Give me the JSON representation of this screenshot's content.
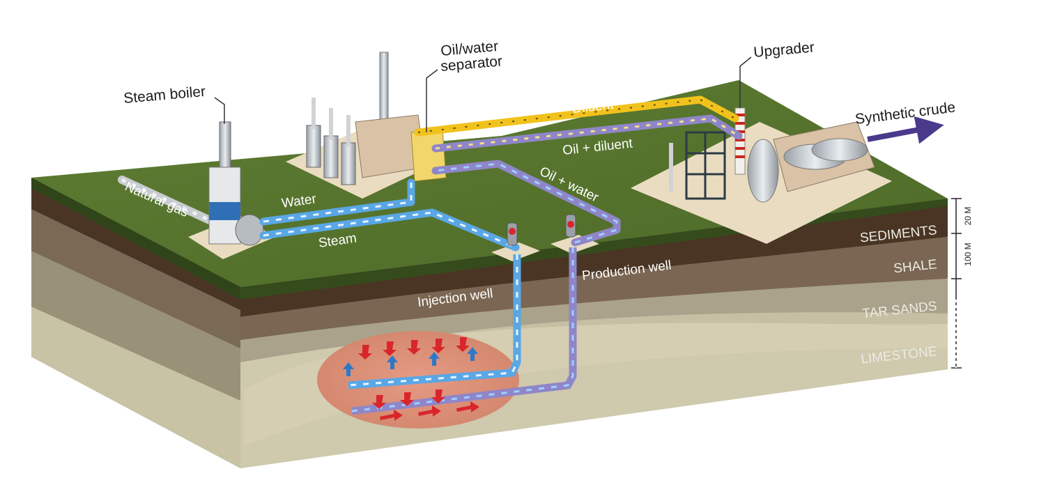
{
  "labels": {
    "steam_boiler": "Steam boiler",
    "oil_water_separator_line1": "Oil/water",
    "oil_water_separator_line2": "separator",
    "upgrader": "Upgrader",
    "synthetic_crude": "Synthetic crude",
    "natural_gas": "Natural gas",
    "water": "Water",
    "steam": "Steam",
    "diluent": "Diluent",
    "oil_diluent": "Oil + diluent",
    "oil_water": "Oil + water",
    "injection_well": "Injection well",
    "production_well": "Production well"
  },
  "layers": {
    "sediments": "SEDIMENTS",
    "shale": "SHALE",
    "tar_sands": "TAR SANDS",
    "limestone": "LIMESTONE"
  },
  "scale": {
    "upper": "20 M",
    "lower": "100 M"
  },
  "colors": {
    "grass": "#55722d",
    "steam_pipe": "#5aa7e6",
    "oil_pipe": "#8f86c9",
    "diluent_pipe": "#f2c21c",
    "synthetic_crude_arrow": "#4a3a8c",
    "steam_chamber": "#d98a70",
    "heat_arrows": "#d9262a"
  }
}
